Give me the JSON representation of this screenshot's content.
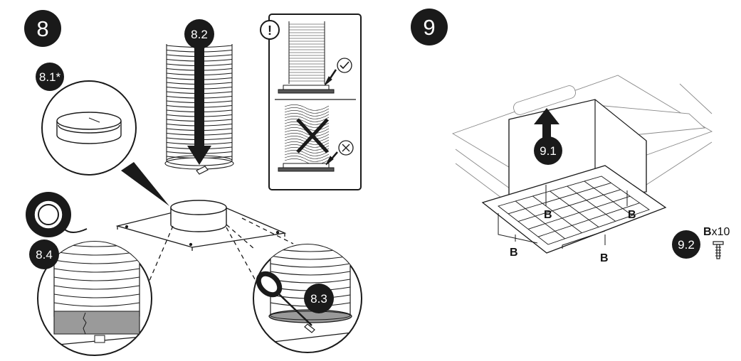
{
  "steps": {
    "step8": "8",
    "step8_1": "8.1*",
    "step8_2": "8.2",
    "step8_3": "8.3",
    "step8_4": "8.4",
    "step9": "9",
    "step9_1": "9.1",
    "step9_2": "9.2"
  },
  "warning": {
    "icon": "exclamation-icon",
    "symbol": "!",
    "correct_icon": "checkmark-icon",
    "wrong_icon": "cross-circle-icon"
  },
  "labels": {
    "bracket": "B",
    "screw_letter": "B",
    "screw_qty": "x10"
  },
  "colors": {
    "badge": "#1a1a1a",
    "line": "#1a1a1a",
    "tape": "#9a9a9a"
  }
}
